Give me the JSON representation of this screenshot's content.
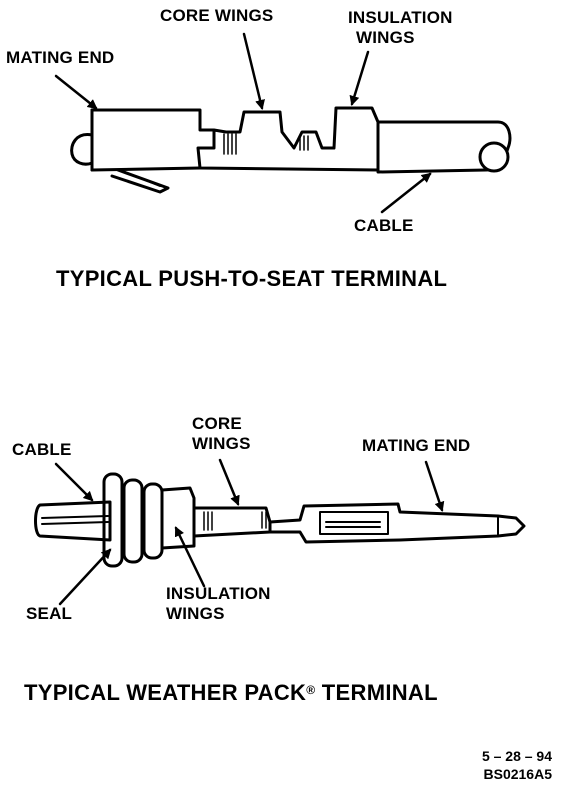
{
  "push_to_seat": {
    "labels": {
      "mating_end": "MATING END",
      "core_wings": "CORE WINGS",
      "insulation_wings_line1": "INSULATION",
      "insulation_wings_line2": "WINGS",
      "cable": "CABLE"
    },
    "caption": "TYPICAL PUSH-TO-SEAT TERMINAL"
  },
  "weather_pack": {
    "labels": {
      "cable": "CABLE",
      "core_wings_line1": "CORE",
      "core_wings_line2": "WINGS",
      "mating_end": "MATING END",
      "seal": "SEAL",
      "insulation_wings_line1": "INSULATION",
      "insulation_wings_line2": "WINGS"
    },
    "caption_text": "TYPICAL WEATHER PACK",
    "caption_mark": "®",
    "caption_suffix": " TERMINAL"
  },
  "reference": {
    "date": "5 – 28 – 94",
    "code": "BS0216A5"
  }
}
